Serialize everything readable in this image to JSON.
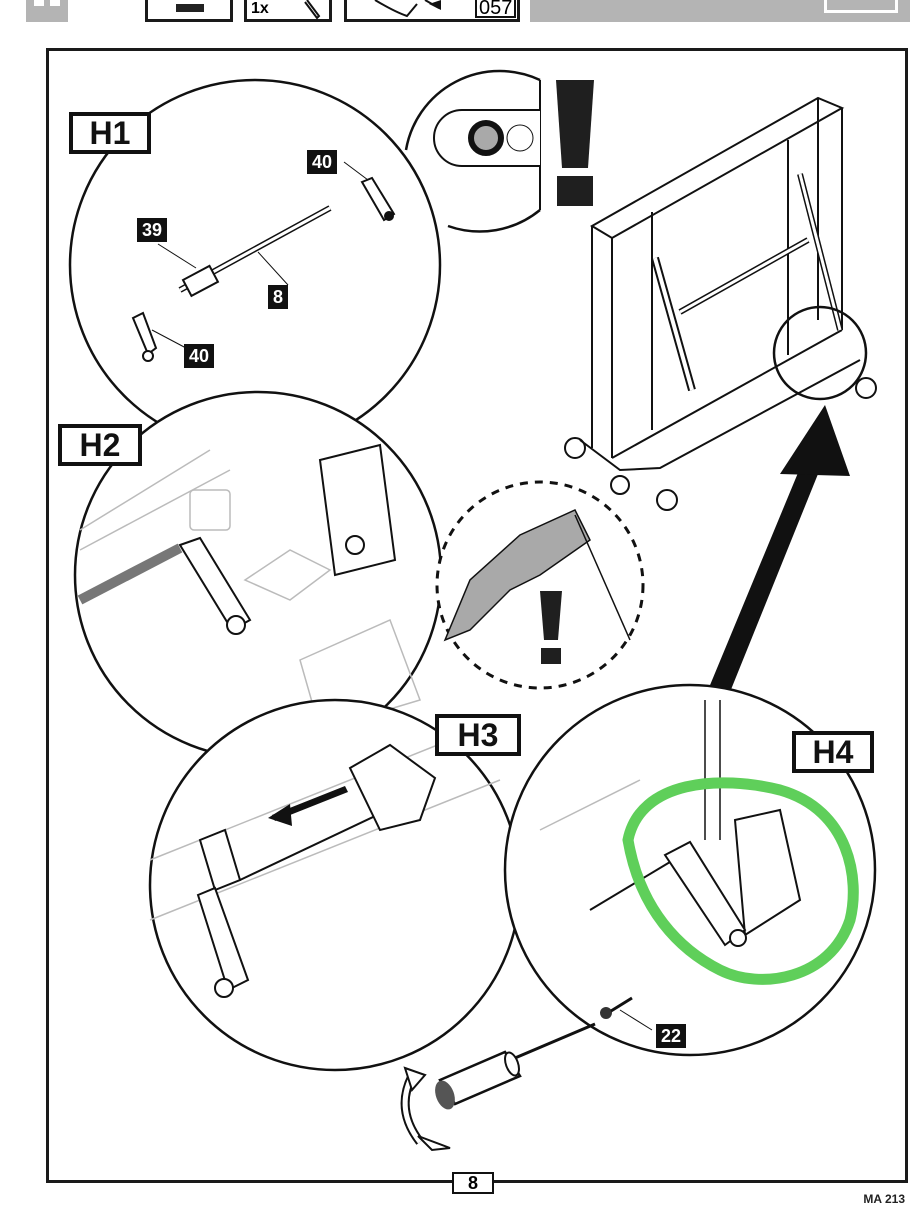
{
  "header": {
    "quantity_label": "1x",
    "part_count": "057"
  },
  "steps": [
    {
      "id": "H1",
      "label": "H1"
    },
    {
      "id": "H2",
      "label": "H2"
    },
    {
      "id": "H3",
      "label": "H3"
    },
    {
      "id": "H4",
      "label": "H4"
    }
  ],
  "parts": {
    "h1_top_right": "40",
    "h1_left": "39",
    "h1_shaft": "8",
    "h1_bottom": "40",
    "h4_screw": "22"
  },
  "warnings": {
    "symbol": "!"
  },
  "footer": {
    "page_number": "8",
    "document_ref": "MA 213"
  },
  "colors": {
    "ink": "#111111",
    "header_gray": "#b4b4b4",
    "highlight_green": "#5fcf5a",
    "part_fill_gray": "#a9a9a9"
  }
}
